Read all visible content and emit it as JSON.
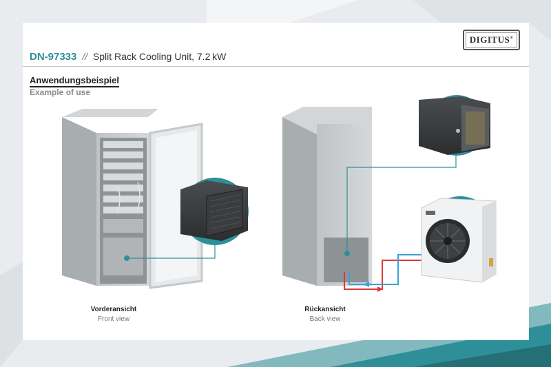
{
  "header": {
    "sku": "DN-97333",
    "separator": "//",
    "title": "Split Rack Cooling Unit, 7.2 kW"
  },
  "brand": {
    "logo_text": "DIGITUS",
    "trademark": "®"
  },
  "section": {
    "heading_de": "Anwendungsbeispiel",
    "heading_en": "Example of use"
  },
  "views": [
    {
      "caption_de": "Vorderansicht",
      "caption_en": "Front view"
    },
    {
      "caption_de": "Rückansicht",
      "caption_en": "Back view"
    }
  ],
  "colors": {
    "accent": "#2e8f98",
    "cold_line": "#3aa0dc",
    "hot_line": "#d83a3a",
    "background": "#e9ecef"
  }
}
